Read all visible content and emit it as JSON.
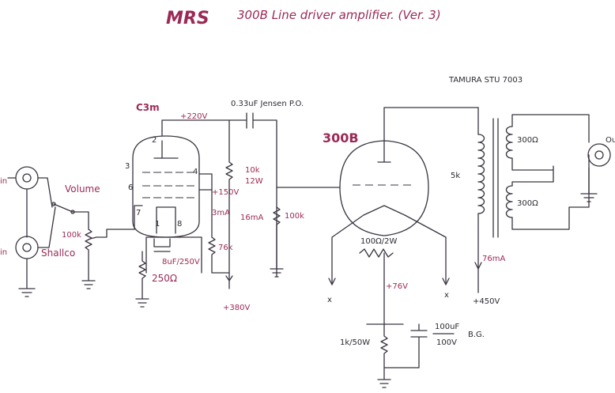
{
  "title": {
    "logo": "MRS",
    "text": "300B Line driver amplifier. (Ver. 3)"
  },
  "labels": {
    "tube1": "C3m",
    "tube2": "300B",
    "transformer": "TAMURA STU 7003",
    "b_plus_220": "+220V",
    "coupling_cap": "0.33uF Jensen P.O.",
    "r_10k": "10k",
    "r_10k_w": "12W",
    "v_150": "+150V",
    "i_3ma": "3mA",
    "i_16ma": "16mA",
    "r_76k": "76k",
    "r_100k_grid": "100k",
    "cap_cathode": "8uF/250V",
    "r_250": "250Ω",
    "b_plus_380": "+380V",
    "volume": "Volume",
    "pot_100k": "100k",
    "shallco": "Shallco",
    "in_top": "in",
    "in_bottom": "in",
    "pin2": "2",
    "pin3": "3",
    "pin4": "4",
    "pin6": "6",
    "pin7": "7",
    "pin1": "1",
    "pin8": "8",
    "hum_pot": "100Ω/2W",
    "v_76": "+76V",
    "x_left": "x",
    "x_right": "x",
    "r_1k": "1k/50W",
    "cap_bg_top": "100uF",
    "cap_bg_bottom": "100V",
    "cap_bg_name": "B.G.",
    "primary_5k": "5k",
    "i_76ma": "76mA",
    "b_plus_450": "+450V",
    "sec_300_top": "300Ω",
    "sec_300_bottom": "300Ω",
    "out": "Out"
  }
}
